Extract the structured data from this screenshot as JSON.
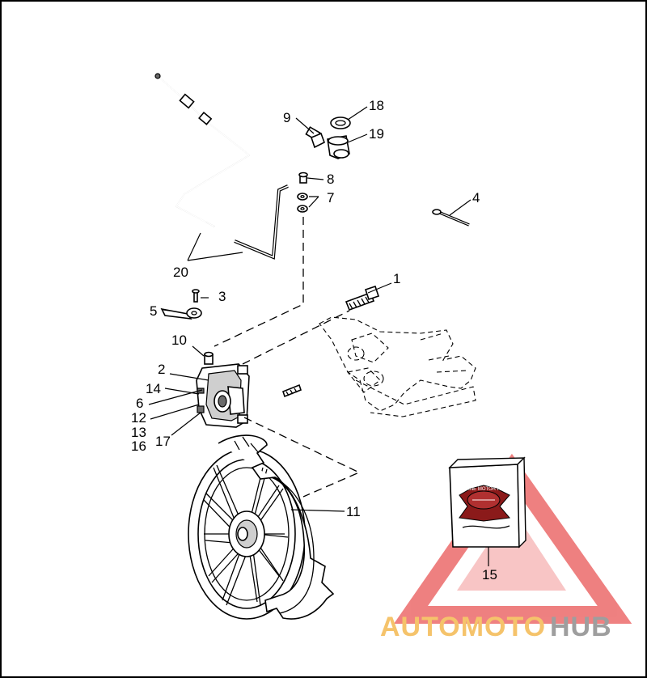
{
  "callouts": [
    {
      "id": "c1",
      "text": "1"
    },
    {
      "id": "c2",
      "text": "2"
    },
    {
      "id": "c3",
      "text": "3"
    },
    {
      "id": "c4",
      "text": "4"
    },
    {
      "id": "c5",
      "text": "5"
    },
    {
      "id": "c6",
      "text": "6"
    },
    {
      "id": "c7",
      "text": "7"
    },
    {
      "id": "c8",
      "text": "8"
    },
    {
      "id": "c9",
      "text": "9"
    },
    {
      "id": "c10",
      "text": "10"
    },
    {
      "id": "c11",
      "text": "11"
    },
    {
      "id": "c12",
      "text": "12"
    },
    {
      "id": "c13",
      "text": "13"
    },
    {
      "id": "c14",
      "text": "14"
    },
    {
      "id": "c15",
      "text": "15"
    },
    {
      "id": "c16",
      "text": "16"
    },
    {
      "id": "c17",
      "text": "17"
    },
    {
      "id": "c18",
      "text": "18"
    },
    {
      "id": "c19",
      "text": "19"
    },
    {
      "id": "c20",
      "text": "20"
    }
  ],
  "watermark": {
    "part_a": "AUTOMOTO",
    "part_b": "HUB",
    "color_a": "#f5c36b",
    "color_b": "#9e9e9e",
    "triangle_color": "#ec6b6b"
  },
  "badge": {
    "icon": "genuine-motor-parts-logo",
    "text": "GENUINE MOTOR PARTS"
  }
}
